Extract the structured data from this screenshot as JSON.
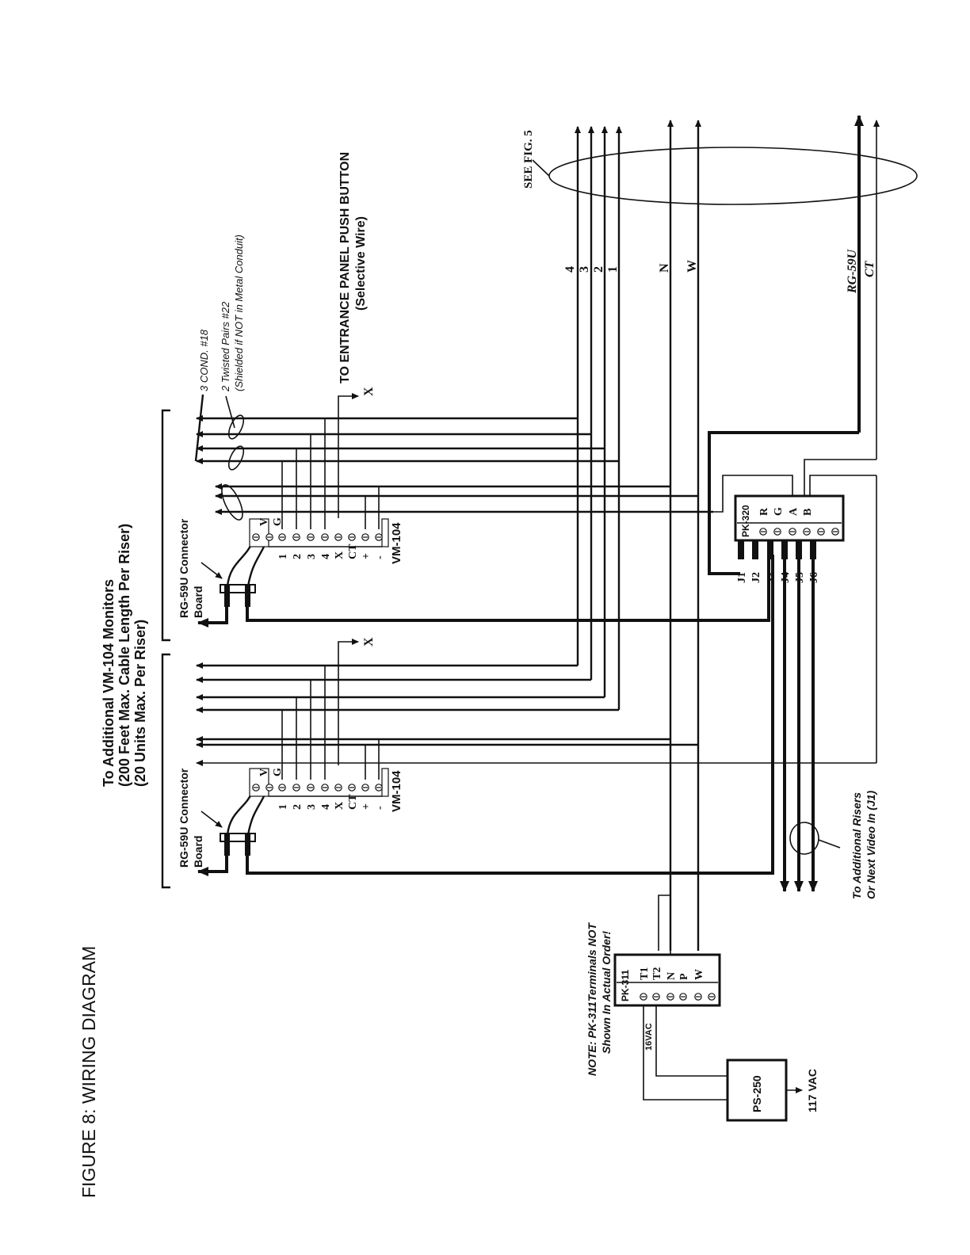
{
  "figure_title": "FIGURE 8: WIRING DIAGRAM",
  "header": {
    "line1": "To Additional VM-104 Monitors",
    "line2": "(200 Feet Max. Cable Length Per Riser)",
    "line3": "(20 Units Max. Per Riser)"
  },
  "cable_notes": {
    "cond3": "3 COND. #18",
    "twisted_line1": "2 Twisted Pairs #22",
    "twisted_line2": "(Shielded if NOT in Metal Conduit)"
  },
  "entrance": {
    "line1": "TO ENTRANCE PANEL PUSH BUTTON",
    "line2": "(Selective Wire)",
    "x_label": "X"
  },
  "see_fig": "SEE FIG. 5",
  "riser_labels": {
    "l4": "4",
    "l3": "3",
    "l2": "2",
    "l1": "1",
    "n": "N",
    "w": "W",
    "rg59u": "RG-59U",
    "ct": "CT"
  },
  "monitors": [
    {
      "connector_line1": "RG-59U Connector",
      "connector_line2": "Board",
      "name": "VM-104",
      "terminals": [
        "V",
        "G",
        "1",
        "2",
        "3",
        "4",
        "X",
        "CT",
        "+",
        "-"
      ],
      "x_label": "X"
    },
    {
      "connector_line1": "RG-59U Connector",
      "connector_line2": "Board",
      "name": "VM-104",
      "terminals": [
        "V",
        "G",
        "1",
        "2",
        "3",
        "4",
        "X",
        "CT",
        "+",
        "-"
      ]
    }
  ],
  "pk320": {
    "name": "PK-320",
    "terminals": [
      "R",
      "G",
      "A",
      "B"
    ],
    "jacks": [
      "J1",
      "J2",
      "J3",
      "J4",
      "J5",
      "J6"
    ]
  },
  "pk311": {
    "name": "PK-311",
    "terminals": [
      "T1",
      "T2",
      "N",
      "P",
      "W"
    ],
    "note_line1": "NOTE: PK-311Terminals NOT",
    "note_line2": "Shown In Actual Order!",
    "vac16": "16VAC"
  },
  "ps250": {
    "name": "PS-250",
    "input": "117 VAC"
  },
  "additional_risers": {
    "line1": "To Additional Risers",
    "line2": "Or Next Video In (J1)"
  }
}
